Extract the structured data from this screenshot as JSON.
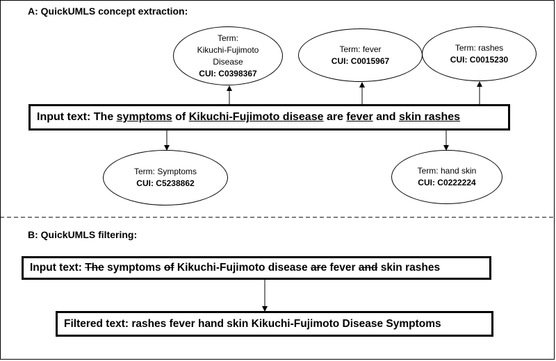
{
  "section_a": {
    "title": "A: QuickUMLS concept extraction:",
    "input_parts": [
      {
        "text": "Input text: The ",
        "style": "plain"
      },
      {
        "text": "symptoms",
        "style": "underline"
      },
      {
        "text": " of ",
        "style": "plain"
      },
      {
        "text": "Kikuchi-Fujimoto disease",
        "style": "underline"
      },
      {
        "text": " are ",
        "style": "plain"
      },
      {
        "text": "fever",
        "style": "underline"
      },
      {
        "text": " and ",
        "style": "plain"
      },
      {
        "text": "skin rashes",
        "style": "underline"
      }
    ],
    "concepts": {
      "kikuchi": {
        "term_lines": [
          "Term:",
          "Kikuchi-Fujimoto",
          "Disease"
        ],
        "cui": "CUI: C0398367"
      },
      "fever": {
        "term_lines": [
          "Term: fever"
        ],
        "cui": "CUI: C0015967"
      },
      "rashes": {
        "term_lines": [
          "Term: rashes"
        ],
        "cui": "CUI: C0015230"
      },
      "symptoms": {
        "term_lines": [
          "Term: Symptoms"
        ],
        "cui": "CUI: C5238862"
      },
      "hand_skin": {
        "term_lines": [
          "Term: hand skin"
        ],
        "cui": "CUI: C0222224"
      }
    }
  },
  "section_b": {
    "title": "B: QuickUMLS filtering:",
    "input_parts": [
      {
        "text": "Input text: ",
        "style": "plain"
      },
      {
        "text": "The",
        "style": "strike"
      },
      {
        "text": " symptoms ",
        "style": "plain"
      },
      {
        "text": "of",
        "style": "strike"
      },
      {
        "text": " Kikuchi-Fujimoto disease ",
        "style": "plain"
      },
      {
        "text": "are",
        "style": "strike"
      },
      {
        "text": " fever ",
        "style": "plain"
      },
      {
        "text": "and",
        "style": "strike"
      },
      {
        "text": " skin rashes",
        "style": "plain"
      }
    ],
    "filtered_text": "Filtered text: rashes fever hand skin Kikuchi-Fujimoto Disease Symptoms"
  }
}
